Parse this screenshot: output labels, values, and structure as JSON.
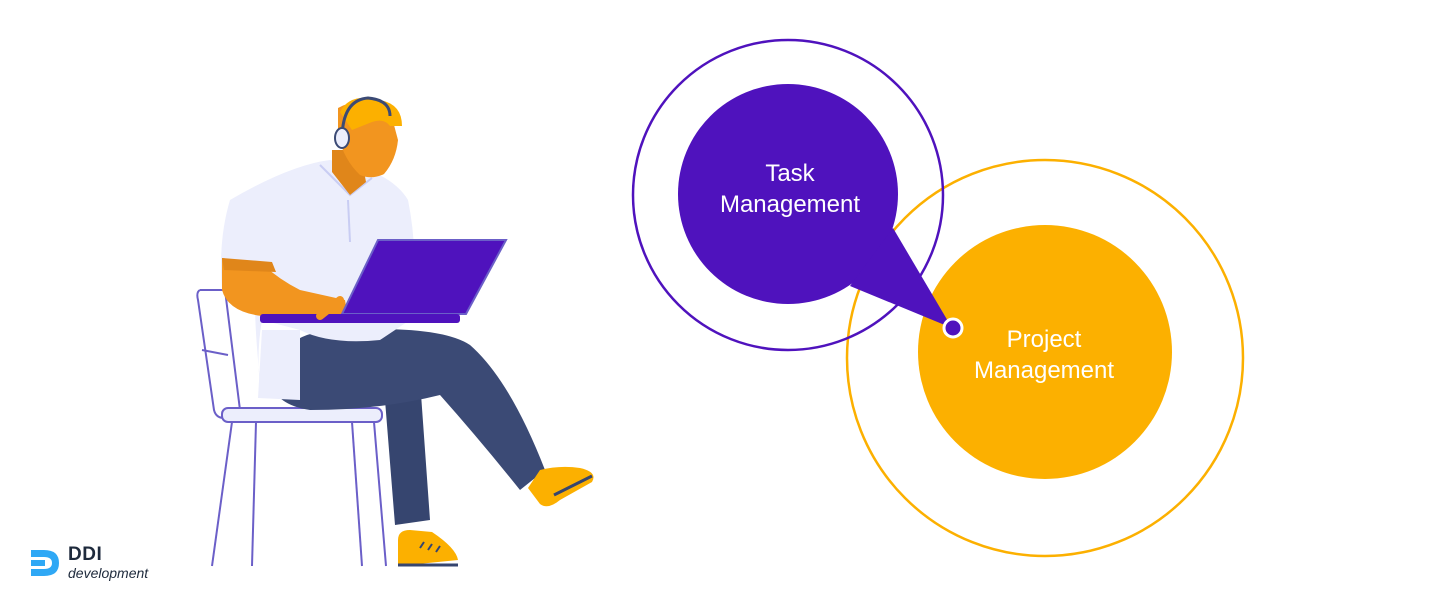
{
  "diagram": {
    "task": {
      "line1": "Task",
      "line2": "Management",
      "fill_color": "#4f12bd",
      "ring_color": "#4f12bd"
    },
    "project": {
      "line1": "Project",
      "line2": "Management",
      "fill_color": "#fcb000",
      "ring_color": "#fcb000"
    },
    "connector_color": "#4f12bd"
  },
  "logo": {
    "name": "DDI",
    "sub": "development",
    "color": "#2fa8f5"
  },
  "illustration": {
    "subject": "person-with-headset-using-laptop-on-chair",
    "colors": {
      "skin": "#f2951f",
      "hair": "#fcb000",
      "shirt": "#eceefc",
      "pants": "#3b4a75",
      "laptop": "#4f12bd",
      "shoes": "#fcb000",
      "chair": "#6b5fc8"
    }
  }
}
